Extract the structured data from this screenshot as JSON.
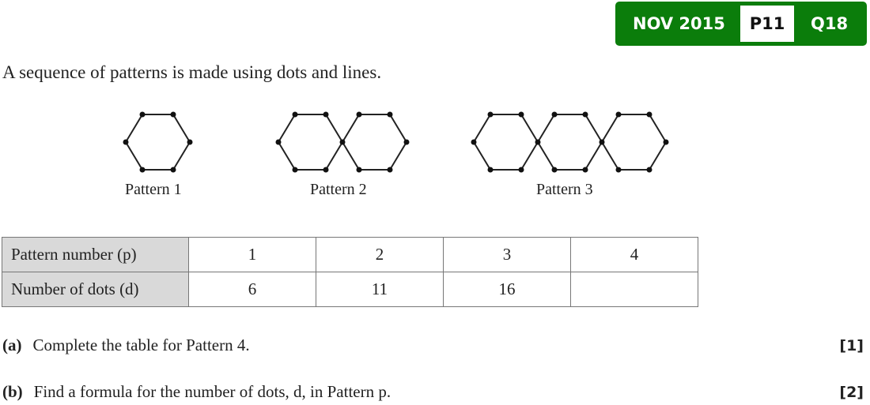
{
  "badge": {
    "session": "NOV 2015",
    "paper": "P11",
    "question": "Q18",
    "color": "#0b7d0b"
  },
  "intro": "A sequence of patterns is made using dots and lines.",
  "patterns": [
    {
      "label": "Pattern 1",
      "hexagons": 1
    },
    {
      "label": "Pattern 2",
      "hexagons": 2
    },
    {
      "label": "Pattern 3",
      "hexagons": 3
    }
  ],
  "table": {
    "rows": [
      {
        "header": "Pattern number (p)",
        "values": [
          "1",
          "2",
          "3",
          "4"
        ]
      },
      {
        "header": "Number of dots (d)",
        "values": [
          "6",
          "11",
          "16",
          ""
        ]
      }
    ]
  },
  "questions": [
    {
      "label": "(a)",
      "text": "Complete the table for Pattern 4.",
      "marks": "[1]"
    },
    {
      "label": "(b)",
      "text": "Find a formula for the number of dots, d, in Pattern p.",
      "marks": "[2]"
    }
  ]
}
